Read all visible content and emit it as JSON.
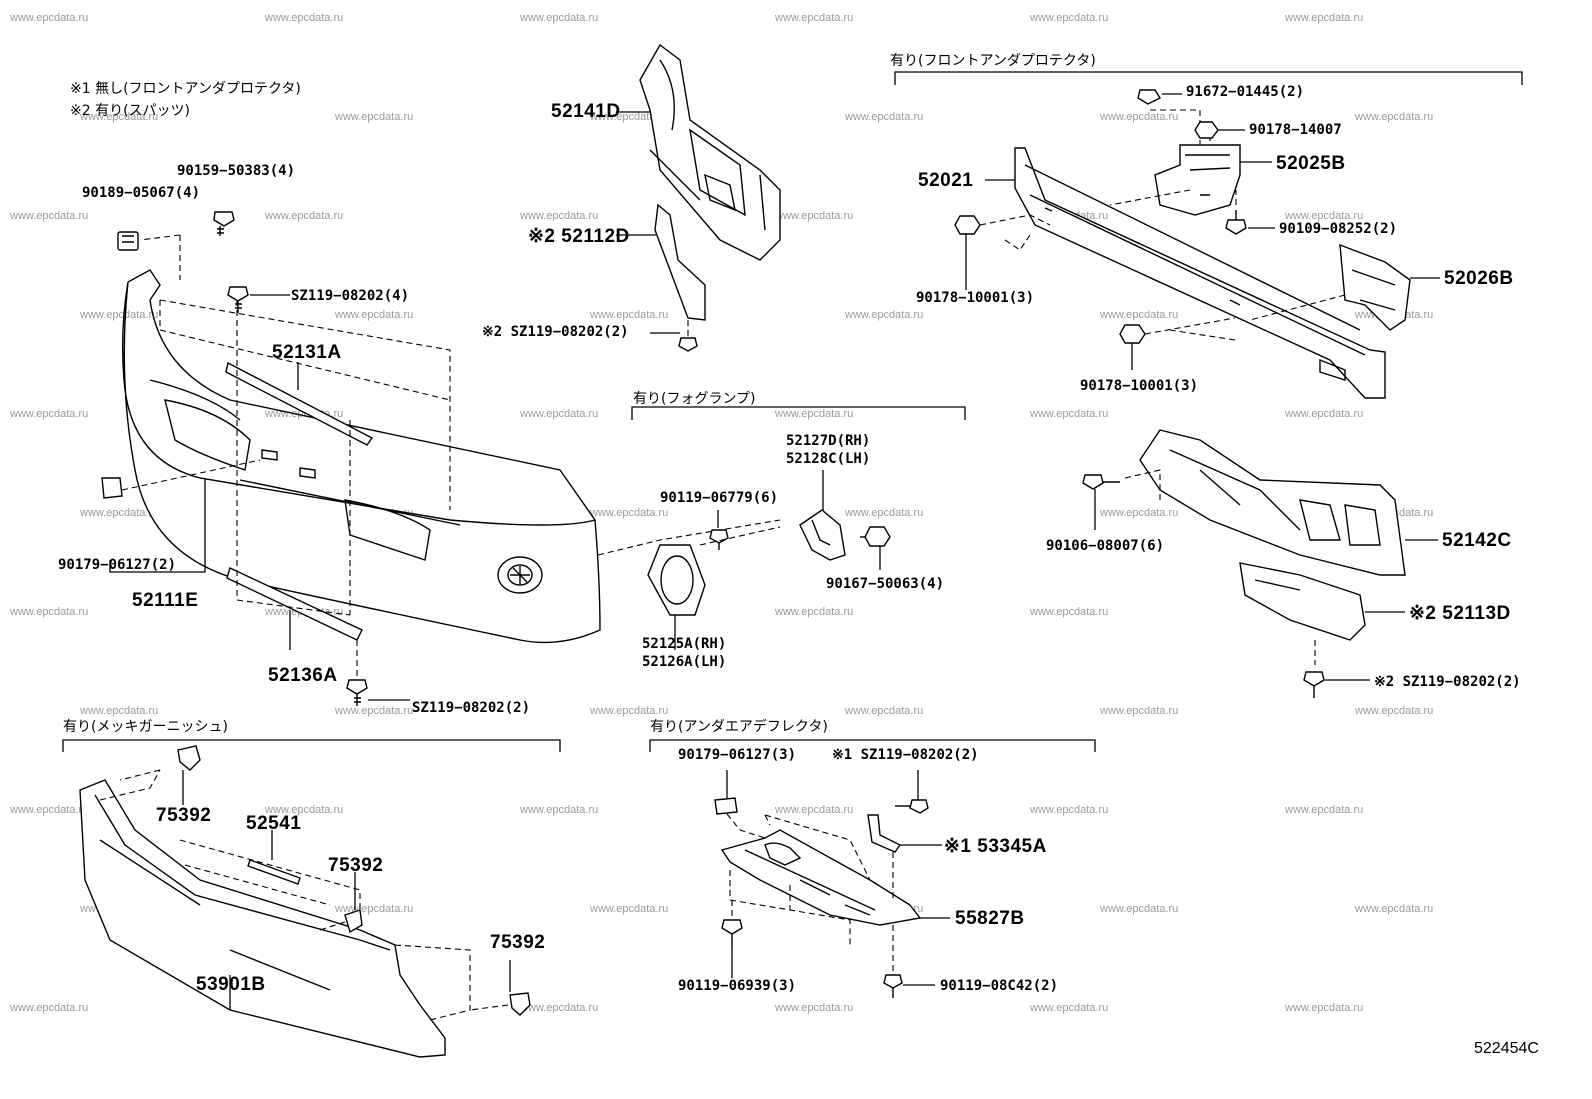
{
  "watermark": "www.epcdata.ru",
  "notes": [
    "※1 無し(フロントアンダプロテクタ)",
    "※2 有り(スパッツ)"
  ],
  "sections": {
    "front_under_protector": "有り(フロントアンダプロテクタ)",
    "fog_lamp": "有り(フォグランプ)",
    "plated_garnish": "有り(メッキガーニッシュ)",
    "under_air_deflector": "有り(アンダエアデフレクタ)"
  },
  "labels": {
    "p90159": "90159−50383(4)",
    "p90189": "90189−05067(4)",
    "p52141D": "52141D",
    "p52112D": "※2 52112D",
    "pSZ_a": "SZ119−08202(4)",
    "pSZ_b": "※2 SZ119−08202(2)",
    "p52131A": "52131A",
    "p90179a": "90179−06127(2)",
    "p52111E": "52111E",
    "p52136A": "52136A",
    "pSZ_c": "SZ119−08202(2)",
    "p91672": "91672−01445(2)",
    "p90178_14007": "90178−14007",
    "p52021": "52021",
    "p52025B": "52025B",
    "p90109": "90109−08252(2)",
    "p90178_a": "90178−10001(3)",
    "p52026B": "52026B",
    "p90178_b": "90178−10001(3)",
    "p52127D": "52127D(RH)",
    "p52128C": "52128C(LH)",
    "p90119_06779": "90119−06779(6)",
    "p90167": "90167−50063(4)",
    "p52125A": "52125A(RH)",
    "p52126A": "52126A(LH)",
    "p90106": "90106−08007(6)",
    "p52142C": "52142C",
    "p52113D": "※2 52113D",
    "pSZ_d": "※2 SZ119−08202(2)",
    "p75392a": "75392",
    "p52541": "52541",
    "p75392b": "75392",
    "p75392c": "75392",
    "p53901B": "53901B",
    "p90179b": "90179−06127(3)",
    "pSZ_e": "※1 SZ119−08202(2)",
    "p53345A": "※1 53345A",
    "p55827B": "55827B",
    "p90119_06939": "90119−06939(3)",
    "p90119_08C42": "90119−08C42(2)"
  },
  "diagram_code": "522454C"
}
